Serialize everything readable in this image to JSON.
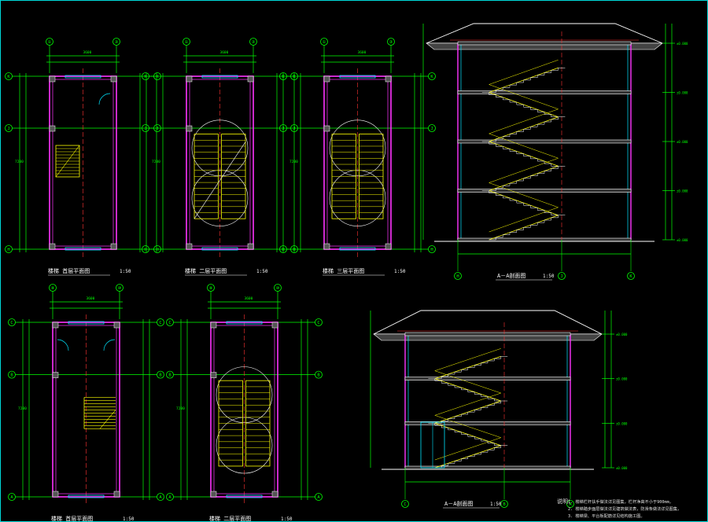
{
  "colors": {
    "background": "#000000",
    "dimension": "#00ff00",
    "wall": "#ff33ff",
    "axis": "#ff3333",
    "stair": "#ffff00",
    "outline": "#ffffff",
    "door": "#00e5ff",
    "label": "#e0e0e0"
  },
  "plans": [
    {
      "title": "楼梯  首层平面图",
      "scale": "1:50",
      "axes_top": [
        "①",
        "③"
      ],
      "axes_side": [
        "K",
        "J",
        "H"
      ]
    },
    {
      "title": "楼梯  二层平面图",
      "scale": "1:50",
      "axes_top": [
        "①",
        "③"
      ],
      "axes_side": [
        "K",
        "J",
        "H"
      ]
    },
    {
      "title": "楼梯  三层平面图",
      "scale": "1:50",
      "axes_top": [
        "①",
        "③"
      ],
      "axes_side": [
        "K",
        "J",
        "H"
      ]
    },
    {
      "title": "楼梯  首层平面图",
      "scale": "1:50",
      "axes_top": [
        "⑨",
        "⑩"
      ],
      "axes_side": [
        "C",
        "B",
        "A"
      ]
    },
    {
      "title": "楼梯  二层平面图",
      "scale": "1:50",
      "axes_top": [
        "⑨",
        "⑩"
      ],
      "axes_side": [
        "C",
        "B",
        "A"
      ]
    }
  ],
  "sections": [
    {
      "title": "A－A剖面图",
      "scale": "1:50",
      "axes_bottom": [
        "H",
        "J",
        "K"
      ]
    },
    {
      "title": "A－A剖面图",
      "scale": "1:50",
      "axes_bottom": [
        "C",
        "B",
        "A"
      ]
    }
  ],
  "notes": {
    "heading": "说明：",
    "lines": [
      "1. 楼梯栏杆扶手做法详见图集，栏杆净高不小于900mm，",
      "2. 楼梯踏步面层做法详见建筑做法表，防滑条做法详见图集，",
      "3. 楼梯梁、平台板配筋详见结构施工图。"
    ]
  }
}
